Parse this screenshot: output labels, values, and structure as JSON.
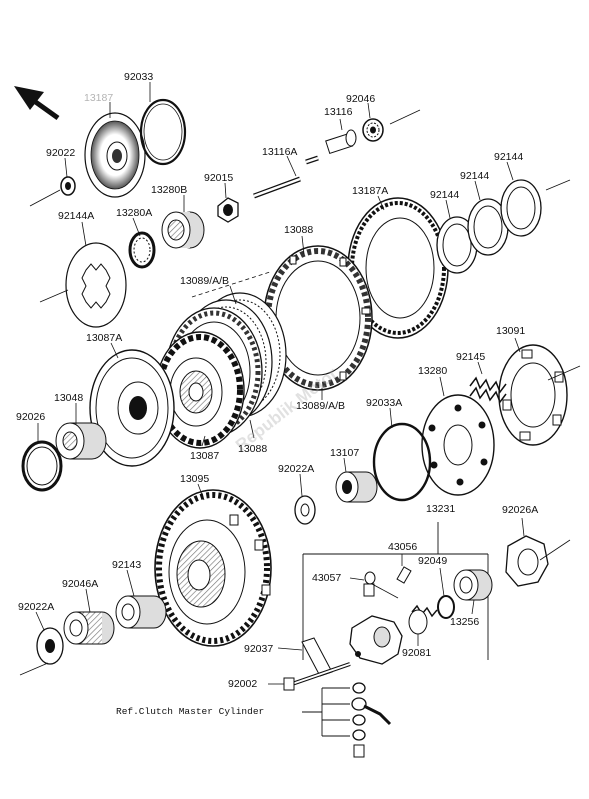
{
  "colors": {
    "ink": "#111111",
    "faded_label": "#b4b4b4",
    "watermark": "#aaaaaa"
  },
  "labels": {
    "p13187": "13187",
    "p92033_top": "92033",
    "p92022": "92022",
    "p92046": "92046",
    "p13116": "13116",
    "p13116A": "13116A",
    "p92015": "92015",
    "p13280B": "13280B",
    "p13280A": "13280A",
    "p92144A": "92144A",
    "p13187A": "13187A",
    "p92144_a": "92144",
    "p92144_b": "92144",
    "p92144_c": "92144",
    "p13088_top": "13088",
    "p13089AB_top": "13089/A/B",
    "p13087A": "13087A",
    "p13048": "13048",
    "p92026": "92026",
    "p13087": "13087",
    "p13088_bot": "13088",
    "p13091": "13091",
    "p92145": "92145",
    "p13280": "13280",
    "p13089AB_mid": "13089/A/B",
    "p92033A": "92033A",
    "p92022A_mid": "92022A",
    "p13107": "13107",
    "p13095": "13095",
    "p13231": "13231",
    "p92026A": "92026A",
    "p43056": "43056",
    "p43057": "43057",
    "p92049": "92049",
    "p92143": "92143",
    "p92046A": "92046A",
    "p92022A_bot": "92022A",
    "p13256": "13256",
    "p92081": "92081",
    "p92037": "92037",
    "p92002": "92002"
  },
  "reference_note": "Ref.Clutch Master Cylinder",
  "watermark": "Republik Motor"
}
